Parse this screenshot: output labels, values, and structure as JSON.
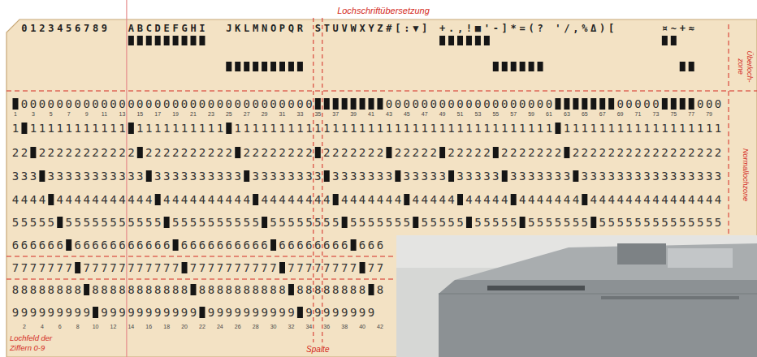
{
  "diagram": {
    "labels": [
      "Lochschriftübersetzung",
      "0123456789",
      "ABCDEFGHI",
      "JKLMNOPQR",
      "STUVWXYZ",
      "#[:▼]",
      "+.,!■'",
      "-]*=(?",
      "'/,%Δ)[",
      "¤~+≈",
      "Überloch- zone",
      "Normallochzone",
      " 000000000000000000000000000000000        0000000000000000000       00000    000",
      "1 11111111111 1111111111 111111111111111111111111111111111111 111111111111111111",
      "22 22222222222 2222222222 22222222 2222222 22222 22222 2222222 22222222222222222",
      "333 33333333333 3333333333 33333333 3333333 33333 33333 3333333 3333333333333333",
      "4444 44444444444 4444444444 44444444 4444444 44444 44444 4444444 444444444444444",
      "55555 55555555555 5555555555 55555555 5555555 55555 55555 5555555 55555555555555",
      "666666 66666666666 6666666666 66666666 666",
      "7777777 77777777777 7777777777 77777777 77",
      "88888888 88888888888 8888888888 88888888 8",
      "999999999 99999999999 9999999999 99999999",
      "Lochfeld der Ziffern 0-9",
      "Spalte",
      "1",
      "3",
      "5",
      "7",
      "9",
      "11",
      "13",
      "15",
      "17",
      "19",
      "21",
      "23",
      "25",
      "27",
      "29",
      "31",
      "33",
      "35",
      "37",
      "39",
      "41",
      "43",
      "45",
      "47",
      "49",
      "51",
      "53",
      "55",
      "57",
      "59",
      "61",
      "63",
      "65",
      "67",
      "69",
      "71",
      "73",
      "75",
      "77",
      "79",
      "2",
      "4",
      "6",
      "8",
      "10",
      "12",
      "14",
      "16",
      "18",
      "20",
      "22",
      "24",
      "26",
      "28",
      "30",
      "32",
      "34",
      "36",
      "38",
      "40",
      "42"
    ]
  }
}
